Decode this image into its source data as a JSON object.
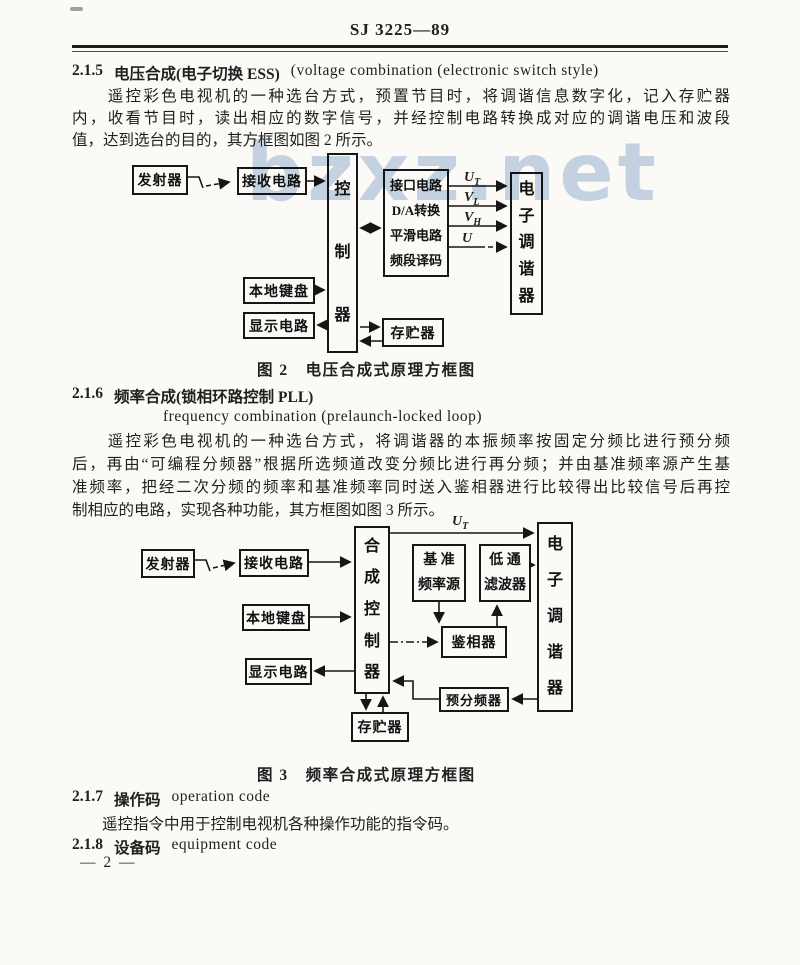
{
  "watermark": "bzxz.net",
  "header": {
    "standard_no": "SJ 3225—89"
  },
  "s215": {
    "num": "2.1.5",
    "title_zh": "电压合成(电子切换 ESS)",
    "title_en": "(voltage combination (electronic switch style)",
    "lines": [
      "　　遥控彩色电视机的一种选台方式，预置节目时，将调谐信息数字化，记入存贮器",
      "内，收看节目时，读出相应的数字信号，并经控制电路转换成对应的调谐电压和波段",
      "值，达到选台的目的，其方框图如图 2 所示。"
    ]
  },
  "fig2": {
    "caption": "图 2　电压合成式原理方框图",
    "transmitter": "发射器",
    "receiver": "接收电路",
    "controller": "控制器",
    "interface": [
      "接口电路",
      "D/A转换",
      "平滑电路",
      "频段译码"
    ],
    "tuner": "电子调谐器",
    "keyboard": "本地键盘",
    "display": "显示电路",
    "memory": "存贮器",
    "signals": [
      {
        "m": "U",
        "s": "T"
      },
      {
        "m": "V",
        "s": "L"
      },
      {
        "m": "V",
        "s": "H"
      },
      {
        "m": "U",
        "s": ""
      }
    ]
  },
  "s216": {
    "num": "2.1.6",
    "title_zh": "频率合成(锁相环路控制 PLL)",
    "title_en": "frequency combination (prelaunch-locked loop)",
    "lines": [
      "　　遥控彩色电视机的一种选台方式，将调谐器的本振频率按固定分频比进行预分频",
      "后，再由“可编程分频器”根据所选频道改变分频比进行再分频；并由基准频率源产生基",
      "准频率，把经二次分频的频率和基准频率同时送入鉴相器进行比较得出比较信号后再控",
      "制相应的电路，实现各种功能，其方框图如图 3 所示。"
    ]
  },
  "fig3": {
    "caption": "图 3　频率合成式原理方框图",
    "transmitter": "发射器",
    "receiver": "接收电路",
    "controller": "合成控制器",
    "ref_source": [
      "基 准",
      "频率源"
    ],
    "lpf": [
      "低 通",
      "滤波器"
    ],
    "tuner": "电子调谐器",
    "phase_detector": "鉴相器",
    "prescaler": "预分频器",
    "keyboard": "本地键盘",
    "display": "显示电路",
    "memory": "存贮器",
    "signal": {
      "m": "U",
      "s": "T"
    }
  },
  "s217": {
    "num": "2.1.7",
    "title_zh": "操作码",
    "title_en": "operation code",
    "para": "遥控指令中用于控制电视机各种操作功能的指令码。"
  },
  "s218": {
    "num": "2.1.8",
    "title_zh": "设备码",
    "title_en": "equipment code"
  },
  "footer": {
    "page_no": "— 2 —"
  }
}
